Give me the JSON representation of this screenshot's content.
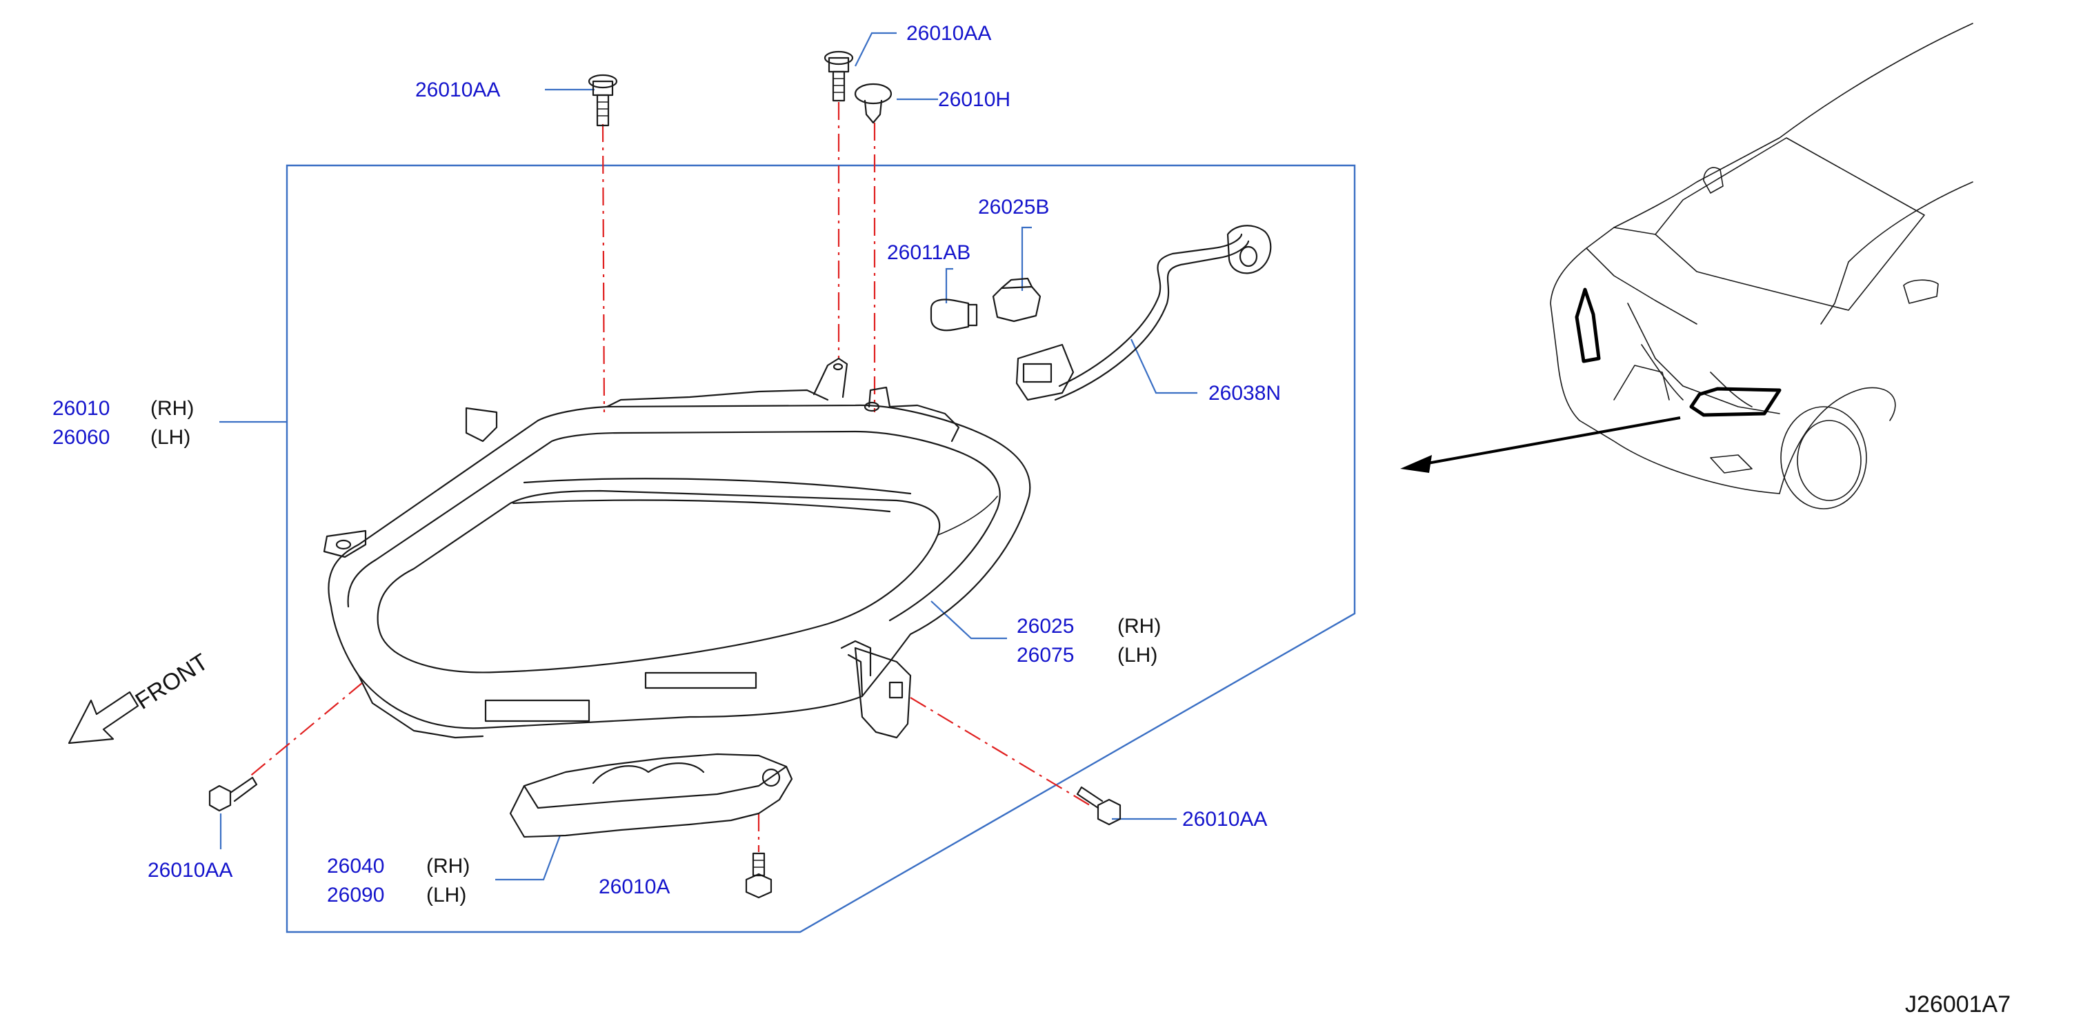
{
  "diagram_code": "J26001A7",
  "front_label": "FRONT",
  "parts": {
    "headlamp": {
      "rh_num": "26010",
      "rh_side": "(RH)",
      "lh_num": "26060",
      "lh_side": "(LH)"
    },
    "housing": {
      "rh_num": "26025",
      "rh_side": "(RH)",
      "lh_num": "26075",
      "lh_side": "(LH)"
    },
    "bracket": {
      "rh_num": "26040",
      "rh_side": "(RH)",
      "lh_num": "26090",
      "lh_side": "(LH)"
    },
    "bolt_top_left": "26010AA",
    "bolt_top_center": "26010AA",
    "clip_top": "26010H",
    "socket": "26025B",
    "bulb": "26011AB",
    "harness": "26038N",
    "bolt_lower_left": "26010AA",
    "bolt_lower_right": "26010AA",
    "bolt_bracket": "26010A"
  }
}
